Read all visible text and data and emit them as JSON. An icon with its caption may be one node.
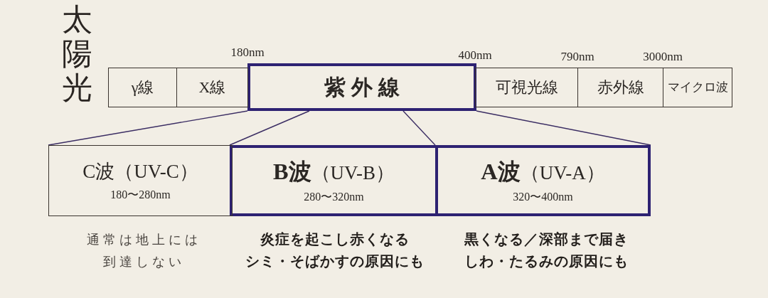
{
  "diagram": {
    "title": "太陽光",
    "nodes": [
      {
        "text": [
          "γ線"
        ]
      },
      {
        "text": [
          "X線"
        ]
      },
      {
        "text": [
          "紫外線"
        ]
      },
      {
        "text": [
          "可視光線"
        ]
      },
      {
        "text": [
          "赤外線"
        ]
      },
      {
        "text": [
          "マイクロ波"
        ]
      },
      {
        "text": [
          "C波（UV-C）",
          "180〜280nm"
        ],
        "beside": [
          "通常は地上には到達しない"
        ]
      },
      {
        "text": [
          "**B波**（UV-B）",
          "280〜320nm"
        ],
        "beside": [
          "炎症を起こし赤くなるシミ・そばかすの原因にも"
        ]
      },
      {
        "text": [
          "**A波**（UV-A）",
          "320〜400nm"
        ],
        "beside": [
          "黒くなる／深部まで届きしわ・たるみの原因にも"
        ]
      }
    ],
    "edges": [
      {
        "from": 2,
        "to": 6,
        "arrow": "none"
      },
      {
        "from": 2,
        "to": 7,
        "arrow": "none"
      },
      {
        "from": 2,
        "to": 8,
        "arrow": "none"
      },
      {
        "from": 2,
        "to": 8,
        "arrow": "none"
      }
    ],
    "labels": [
      "180nm",
      "400nm",
      "790nm",
      "3000nm"
    ]
  }
}
